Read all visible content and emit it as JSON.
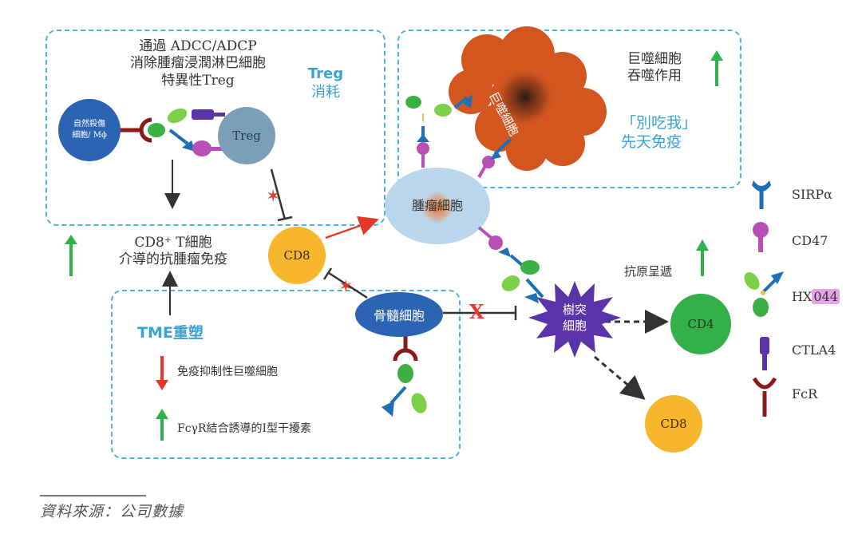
{
  "figure": {
    "panels": {
      "treg": {
        "description": [
          "通過 ADCC/ADCP",
          "消除腫瘤浸潤淋巴細胞",
          "特異性Treg"
        ],
        "title": [
          "Treg",
          "消耗"
        ]
      },
      "innate": {
        "description": [
          "巨噬細胞",
          "吞噬作用"
        ],
        "title": [
          "「別吃我」",
          "先天免疫"
        ]
      },
      "tme": {
        "title": "TME重塑",
        "items": [
          {
            "direction": "down",
            "color": "#e8382a",
            "label": "免疫抑制性巨噬細胞"
          },
          {
            "direction": "up",
            "color": "#2fb24a",
            "label": "FcγR結合誘導的I型干擾素"
          }
        ]
      }
    },
    "cells": {
      "nk_macrophage": "自然殺傷\n細胞/ Mϕ",
      "treg": "Treg",
      "macrophage": "巨噬細胞",
      "tumor": "腫瘤細胞",
      "cd8_center": "CD8",
      "myeloid": "骨髓細胞",
      "dendritic": "樹突\n細胞",
      "cd4": "CD4",
      "cd8_lower": "CD8"
    },
    "annotations": {
      "cd8_immunity": [
        "CD8⁺ T細胞",
        "介導的抗腫瘤免疫"
      ],
      "antigen_presentation": "抗原呈遞",
      "blocked_mark": "X"
    },
    "legend": [
      {
        "icon": "sirpa-icon",
        "label": "SIRPα",
        "color": "#1f6fb5"
      },
      {
        "icon": "cd47-icon",
        "label": "CD47",
        "color": "#b84fb5"
      },
      {
        "icon": "hx044-icon",
        "label_prefix": "HX",
        "label_highlight": "044",
        "color": "#3cb043"
      },
      {
        "icon": "ctla4-icon",
        "label": "CTLA4",
        "color": "#5a34a8"
      },
      {
        "icon": "fcr-icon",
        "label": "FcR",
        "color": "#8b1a1a"
      }
    ],
    "colors": {
      "dashed_box": "#4fb3d9",
      "up_arrow": "#2fb24a",
      "down_arrow": "#e8382a",
      "cd8": "#f7b62c",
      "cd4": "#34b04a",
      "nk_cell": "#2c64b4",
      "treg_cell": "#7b9fb8",
      "macrophage": "#d4561f",
      "tumor": "#b9d6ec",
      "dendritic": "#5a34a8"
    },
    "source": "資料來源：公司數據"
  }
}
